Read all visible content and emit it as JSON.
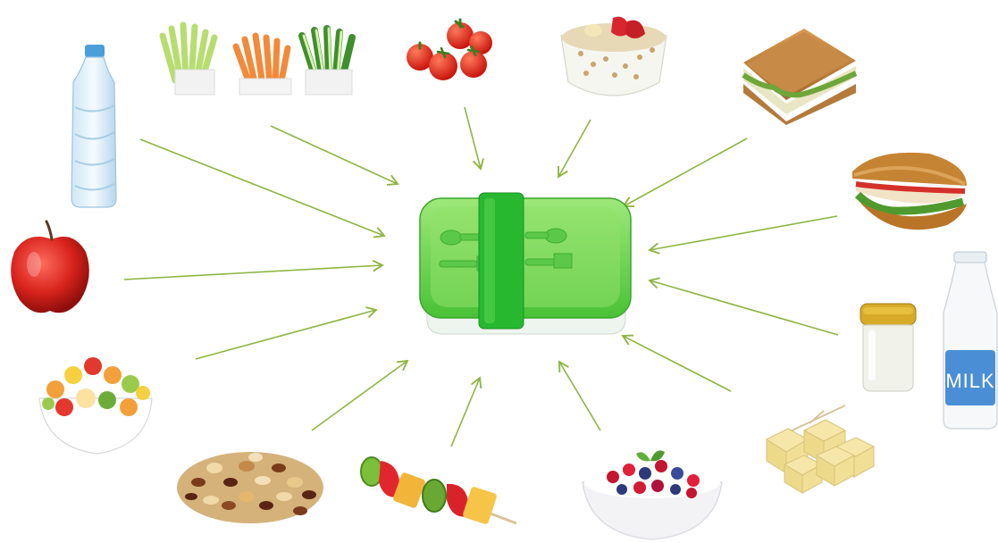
{
  "diagram": {
    "center": {
      "label": "lunchbox"
    },
    "items": [
      {
        "id": "water-bottle"
      },
      {
        "id": "vegetable-sticks"
      },
      {
        "id": "cherry-tomatoes"
      },
      {
        "id": "muesli-bowl"
      },
      {
        "id": "sandwich"
      },
      {
        "id": "sub-roll"
      },
      {
        "id": "apple"
      },
      {
        "id": "fruit-salad"
      },
      {
        "id": "yoghurt-jar"
      },
      {
        "id": "milk-bottle",
        "text": "MILK"
      },
      {
        "id": "nuts-dried-fruit"
      },
      {
        "id": "fruit-skewer"
      },
      {
        "id": "yoghurt-berries"
      },
      {
        "id": "cheese-cubes"
      }
    ],
    "colors": {
      "arrow": "#8db542",
      "box_light": "#8fe06a",
      "box_mid": "#5ccf3f",
      "box_dark": "#2fae2a",
      "strap": "#27b830",
      "milk_label": "#4a8fd6"
    }
  }
}
